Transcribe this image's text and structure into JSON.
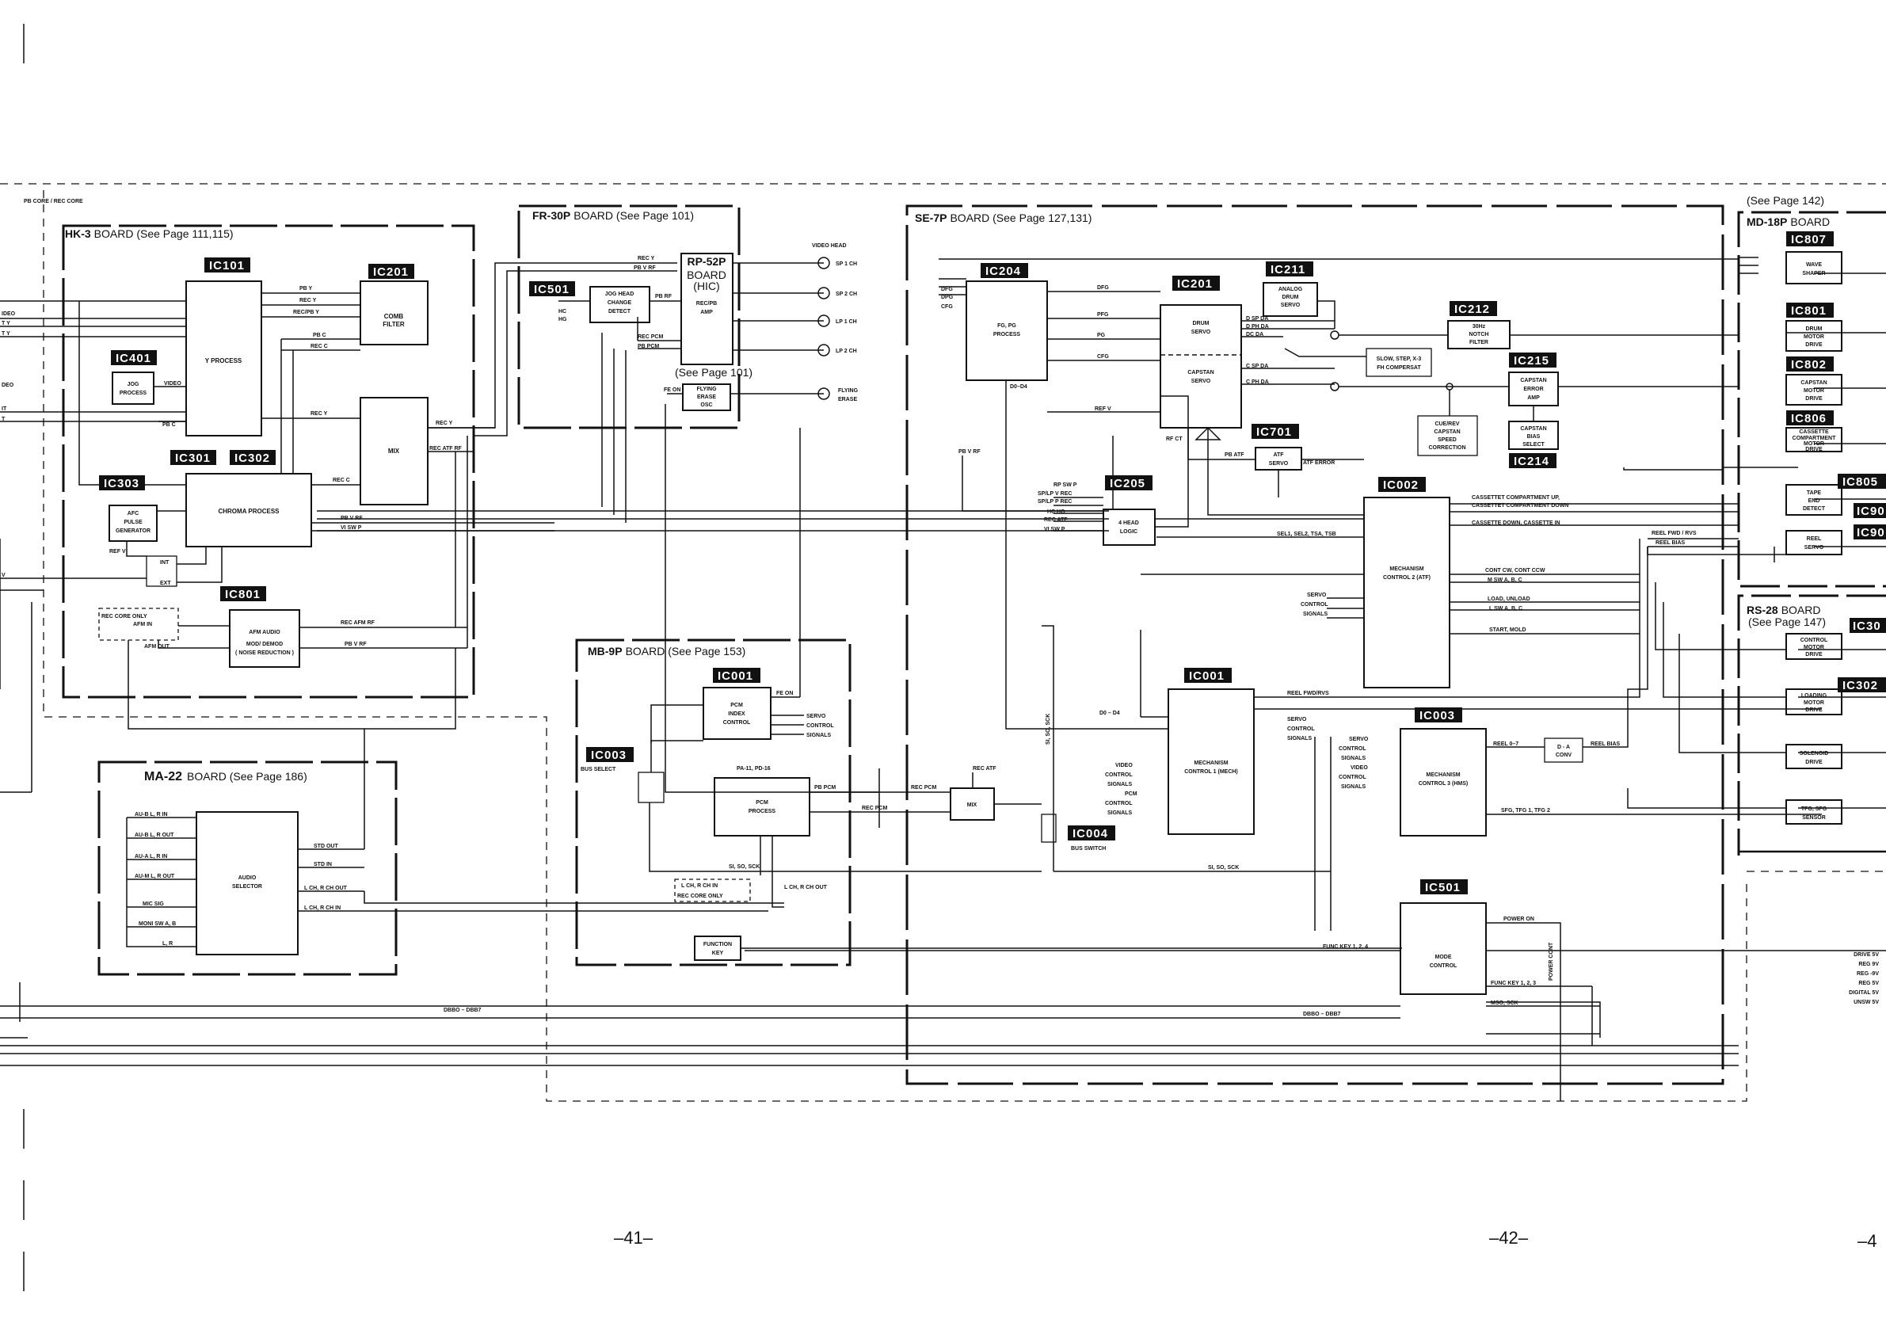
{
  "header": {
    "left_caption": "PB CORE / REC CORE",
    "see_page_142": "(See Page 142)"
  },
  "page_numbers": [
    "–41–",
    "–42–",
    "–4"
  ],
  "boards": {
    "hk3": {
      "name": "HK-3",
      "suffix": "BOARD (See Page 111,115)"
    },
    "fr30p": {
      "name": "FR-30P",
      "suffix": "BOARD (See Page 101)"
    },
    "se7p": {
      "name": "SE-7P",
      "suffix": "BOARD (See Page 127,131)"
    },
    "md18p": {
      "name": "MD-18P",
      "suffix": "BOARD"
    },
    "rs28": {
      "name": "RS-28",
      "suffix": "BOARD",
      "see": "(See Page 147)"
    },
    "mb9p": {
      "name": "MB-9P",
      "suffix": "BOARD (See Page 153)"
    },
    "ma22": {
      "name": "MA-22",
      "suffix": "BOARD (See Page 186)"
    },
    "rp52p": {
      "name": "RP-52P",
      "line2": "BOARD",
      "line3": "(HIC)",
      "line4": "REC/PB",
      "line5": "AMP",
      "see": "(See Page 101)"
    }
  },
  "ics": {
    "hk_ic101": "IC101",
    "hk_ic201": "IC201",
    "hk_ic401": "IC401",
    "hk_ic301": "IC301",
    "hk_ic302": "IC302",
    "hk_ic303": "IC303",
    "hk_ic801": "IC801",
    "fr_ic501": "IC501",
    "se_ic204": "IC204",
    "se_ic201": "IC201",
    "se_ic211": "IC211",
    "se_ic212": "IC212",
    "se_ic215": "IC215",
    "se_ic214": "IC214",
    "se_ic701": "IC701",
    "se_ic205": "IC205",
    "se_ic002": "IC002",
    "se_ic001": "IC001",
    "se_ic003": "IC003",
    "se_ic004": "IC004",
    "se_ic501": "IC501",
    "mb_ic001": "IC001",
    "mb_ic003": "IC003",
    "md_ic807": "IC807",
    "md_ic801": "IC801",
    "md_ic802": "IC802",
    "md_ic806": "IC806",
    "md_ic805": "IC805",
    "md_ic90a": "IC90",
    "md_ic90b": "IC90",
    "rs_ic30a": "IC30",
    "rs_ic302": "IC302"
  },
  "blocks": {
    "y_process": "Y PROCESS",
    "comb_filter": [
      "COMB",
      "FILTER"
    ],
    "jog_process": [
      "JOG",
      "PROCESS"
    ],
    "chroma_process": "CHROMA  PROCESS",
    "mix_hk": "MIX",
    "afc": [
      "AFC",
      "PULSE",
      "GENERATOR"
    ],
    "afm_audio": [
      "AFM AUDIO",
      "MOD/ DEMOD",
      "( NOISE REDUCTION )"
    ],
    "jog_head": [
      "JOG HEAD",
      "CHANGE",
      "DETECT"
    ],
    "flying_erase_osc": [
      "FLYING",
      "ERASE",
      "OSC"
    ],
    "fg_pg": [
      "FG, PG",
      "PROCESS"
    ],
    "drum_servo": [
      "DRUM",
      "SERVO"
    ],
    "capstan_servo": [
      "CAPSTAN",
      "SERVO"
    ],
    "analog_drum": [
      "ANALOG",
      "DRUM",
      "SERVO"
    ],
    "notch": [
      "30Hz",
      "NOTCH",
      "FILTER"
    ],
    "slow_step": [
      "SLOW, STEP, X-3",
      "FH COMPERSAT"
    ],
    "capstan_error": [
      "CAPSTAN",
      "ERROR",
      "AMP"
    ],
    "capstan_bias": [
      "CAPSTAN",
      "BIAS",
      "SELECT"
    ],
    "cue_rev": [
      "CUE/REV",
      "CAPSTAN",
      "SPEED",
      "CORRECTION"
    ],
    "atf_servo": [
      "ATF",
      "SERVO"
    ],
    "four_head": [
      "4 HEAD",
      "LOGIC"
    ],
    "mech2": [
      "MECHANISM",
      "CONTROL 2 (ATF)"
    ],
    "mech1": [
      "MECHANISM",
      "CONTROL 1 (MECH)"
    ],
    "mech3": [
      "MECHANISM",
      "CONTROL 3 (HMS)"
    ],
    "da_conv": [
      "D - A",
      "CONV"
    ],
    "mode_control": [
      "MODE",
      "CONTROL"
    ],
    "pcm_index": [
      "PCM",
      "INDEX",
      "CONTROL"
    ],
    "pcm_process": [
      "PCM",
      "PROCESS"
    ],
    "mix_mb": "MIX",
    "function_key": [
      "FUNCTION",
      "KEY"
    ],
    "audio_selector": [
      "AUDIO",
      "SELECTOR"
    ],
    "wave_shaper": [
      "WAVE",
      "SHAPER"
    ],
    "drum_motor": [
      "DRUM",
      "MOTOR",
      "DRIVE"
    ],
    "capstan_motor": [
      "CAPSTAN",
      "MOTOR",
      "DRIVE"
    ],
    "cassette_comp": [
      "CASSETTE",
      "COMPARTMENT",
      "MOTOR",
      "DRIVE"
    ],
    "tape_end": [
      "TAPE",
      "END",
      "DETECT"
    ],
    "reel_servo": [
      "REEL",
      "SERVO"
    ],
    "control_motor": [
      "CONTROL",
      "MOTOR",
      "DRIVE"
    ],
    "loading_motor": [
      "LOADING",
      "MOTOR",
      "DRIVE"
    ],
    "solenoid": [
      "SOLENOID",
      "DRIVE"
    ],
    "tfg_sensor": [
      "TFG, SFG",
      "SENSOR"
    ]
  },
  "heads": {
    "video_head": "VIDEO HEAD",
    "sp1": "SP 1 CH",
    "sp2": "SP 2 CH",
    "lp1": "LP 1 CH",
    "lp2": "LP 2 CH",
    "flying_erase": [
      "FLYING",
      "ERASE"
    ]
  },
  "signals": {
    "pb_y": "PB Y",
    "rec_y": "REC Y",
    "rec_pb_y": "REC/PB Y",
    "pb_c": "PB C",
    "rec_c": "REC C",
    "pb_c2": "PB C",
    "rec_y2": "REC Y",
    "rec_c2": "REC C",
    "rec_atf_rf": "REC ATF RF",
    "rec_y3": "REC Y",
    "video": "VIDEO",
    "pb_v_rf": "PB V RF",
    "vi_sw_p": "VI SW P",
    "ref_v": "REF V",
    "int": "INT",
    "ext": "EXT",
    "rec_afm_rf": "REC AFM RF",
    "pb_v_rf2": "PB V RF",
    "rec_core_only": "REC CORE ONLY",
    "afm_in": "AFM IN",
    "afm_out": "AFM OUT",
    "fr_rec_y": "REC Y",
    "fr_pb_v_rf": "PB V RF",
    "fr_pb_rf": "PB RF",
    "fr_rec_pcm": "REC PCM",
    "fr_pb_pcm": "PB PCM",
    "fe_on": "FE ON",
    "hc": "HC",
    "hg": "HG",
    "dfg": "DFG",
    "dpg": "DPG",
    "cfg": "CFG",
    "dfg2": "DFG",
    "pfg": "PFG",
    "pg": "PG",
    "cfg2": "CFG",
    "d_sp_da": "D SP DA",
    "d_ph_da": "D PH DA",
    "dc_da": "DC DA",
    "c_sp_da": "C SP DA",
    "c_ph_da": "C PH DA",
    "ref_v2": "REF V",
    "rf_ct": "RF CT",
    "pb_atf": "PB ATF",
    "atf_error": "ATF ERROR",
    "d0_d4": "D0–D4",
    "pb_v_rf3": "PB V RF",
    "rp_sw_p": "RP SW P",
    "sp_lp_v_rec": "SP/LP V REC",
    "sp_lp_p_rec": "SP/LP P REC",
    "hc_hg": "HC HG",
    "rec_atf": "REC ATF",
    "vi_sw_p2": "VI SW P",
    "sel": "SEL1, SEL2, TSA, TSB",
    "cassette_up": "CASSETTET COMPARTMENT UP,",
    "cassette_down": "CASSETTET COMPARTMENT DOWN",
    "cassette_dn_in": "CASSETTE DOWN, CASSETTE IN",
    "cont_cw": "CONT CW, CONT CCW",
    "m_sw": "M SW A, B, C",
    "load_unload": "LOAD, UNLOAD",
    "l_sw": "L SW A, B, C",
    "start_mold": "START, MOLD",
    "reel_fwd_rvs": "REEL FWD / RVS",
    "reel_bias": "REEL BIAS",
    "servo_ctrl_sig": [
      "SERVO",
      "CONTROL",
      "SIGNALS"
    ],
    "reel_fwd_rvs2": "REEL FWD/RVS",
    "d0_d4_2": "D0 – D4",
    "mech1_out": [
      "SERVO",
      "CONTROL",
      "SIGNALS"
    ],
    "mech1_in": [
      "VIDEO",
      "CONTROL",
      "SIGNALS",
      "PCM",
      "CONTROL",
      "SIGNALS"
    ],
    "mech3_in": [
      "SERVO",
      "CONTROL",
      "SIGNALS",
      "VIDEO",
      "CONTROL",
      "SIGNALS"
    ],
    "reel_0_7": "REEL 0–7",
    "reel_bias2": "REEL BIAS",
    "sfg": "SFG, TFG 1, TFG 2",
    "si_so_sck": "SI, SO, SCK",
    "si_so_sck_v": "SI, SO, SCK",
    "bus_switch": "BUS SWITCH",
    "bus_select": "BUS SELECT",
    "power_on": "POWER ON",
    "power_cont": "POWER CONT",
    "func_key_124": "FUNC KEY 1, 2, 4",
    "func_key_123": "FUNC KEY 1, 2, 3",
    "mso_sck": "MSO, SCK",
    "dbbo_dbb7": "DBBO – DBB7",
    "dbbo_dbb7_2": "DBBO – DBB7",
    "mb_fe_on": "FE ON",
    "mb_out": [
      "SERVO",
      "CONTROL",
      "SIGNALS"
    ],
    "pa_pd": "PA-11, PD-16",
    "pb_pcm": "PB PCM",
    "rec_pcm": "REC PCM",
    "rec_pcm2": "REC PCM",
    "rec_atf2": "REC ATF",
    "si_so_sck2": "SI, SO, SCK",
    "lch_rch_in": "L CH, R CH IN",
    "rec_core_only2": "REC CORE ONLY",
    "lch_rch_out": "L CH, R CH OUT",
    "au_b": "AU-B L, R IN",
    "au_b_out": "AU-B L, R OUT",
    "au_a": "AU-A L, R IN",
    "au_m": "AU-M L, R OUT",
    "mic_sig": "MIC SIG",
    "moni_sw": "MONI SW A, B",
    "l_r": "L, R",
    "std_out": "STD OUT",
    "std_in": "STD IN",
    "lch_rch_out2": "L CH, R CH OUT",
    "lch_rch_in2": "L CH, R CH IN",
    "left_edge": [
      "IDEO",
      "T Y",
      "T Y",
      "DEO",
      "IT",
      "T",
      "V"
    ],
    "pwr": [
      "DRIVE 5V",
      "REG 9V",
      "REG -9V",
      "REG 5V",
      "DIGITAL 5V",
      "UNSW 5V"
    ]
  }
}
